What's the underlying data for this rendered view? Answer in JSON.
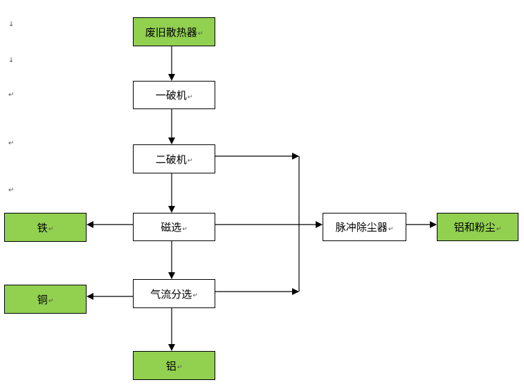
{
  "nodes": {
    "source": {
      "label": "废旧散热器",
      "mark": "↵",
      "fill": "#92d050"
    },
    "crusher1": {
      "label": "一破机",
      "mark": "↵",
      "fill": "#ffffff"
    },
    "crusher2": {
      "label": "二破机",
      "mark": "↵",
      "fill": "#ffffff"
    },
    "magnetic": {
      "label": "磁选",
      "mark": "↵",
      "fill": "#ffffff"
    },
    "airflow": {
      "label": "气流分选",
      "mark": "↵",
      "fill": "#ffffff"
    },
    "aluminum": {
      "label": "铝",
      "mark": "↵",
      "fill": "#92d050"
    },
    "iron": {
      "label": "铁",
      "mark": "↵",
      "fill": "#92d050"
    },
    "copper": {
      "label": "铜",
      "mark": "↵",
      "fill": "#92d050"
    },
    "dust_collector": {
      "label": "脉冲除尘器",
      "mark": "↵",
      "fill": "#ffffff"
    },
    "al_dust": {
      "label": "铝和粉尘",
      "mark": "↵",
      "fill": "#92d050"
    }
  },
  "edges": [
    {
      "from": "废旧散热器",
      "to": "一破机"
    },
    {
      "from": "一破机",
      "to": "二破机"
    },
    {
      "from": "二破机",
      "to": "磁选"
    },
    {
      "from": "磁选",
      "to": "气流分选"
    },
    {
      "from": "气流分选",
      "to": "铝"
    },
    {
      "from": "磁选",
      "to": "铁"
    },
    {
      "from": "气流分选",
      "to": "铜"
    },
    {
      "from": "二破机",
      "to": "脉冲除尘器"
    },
    {
      "from": "磁选",
      "to": "脉冲除尘器"
    },
    {
      "from": "气流分选",
      "to": "脉冲除尘器"
    },
    {
      "from": "脉冲除尘器",
      "to": "铝和粉尘"
    }
  ],
  "margin_marks": [
    "↓",
    "↓",
    "↵",
    "↵",
    "↵"
  ],
  "colors": {
    "product_fill": "#92d050",
    "process_fill": "#ffffff",
    "line": "#000000"
  }
}
